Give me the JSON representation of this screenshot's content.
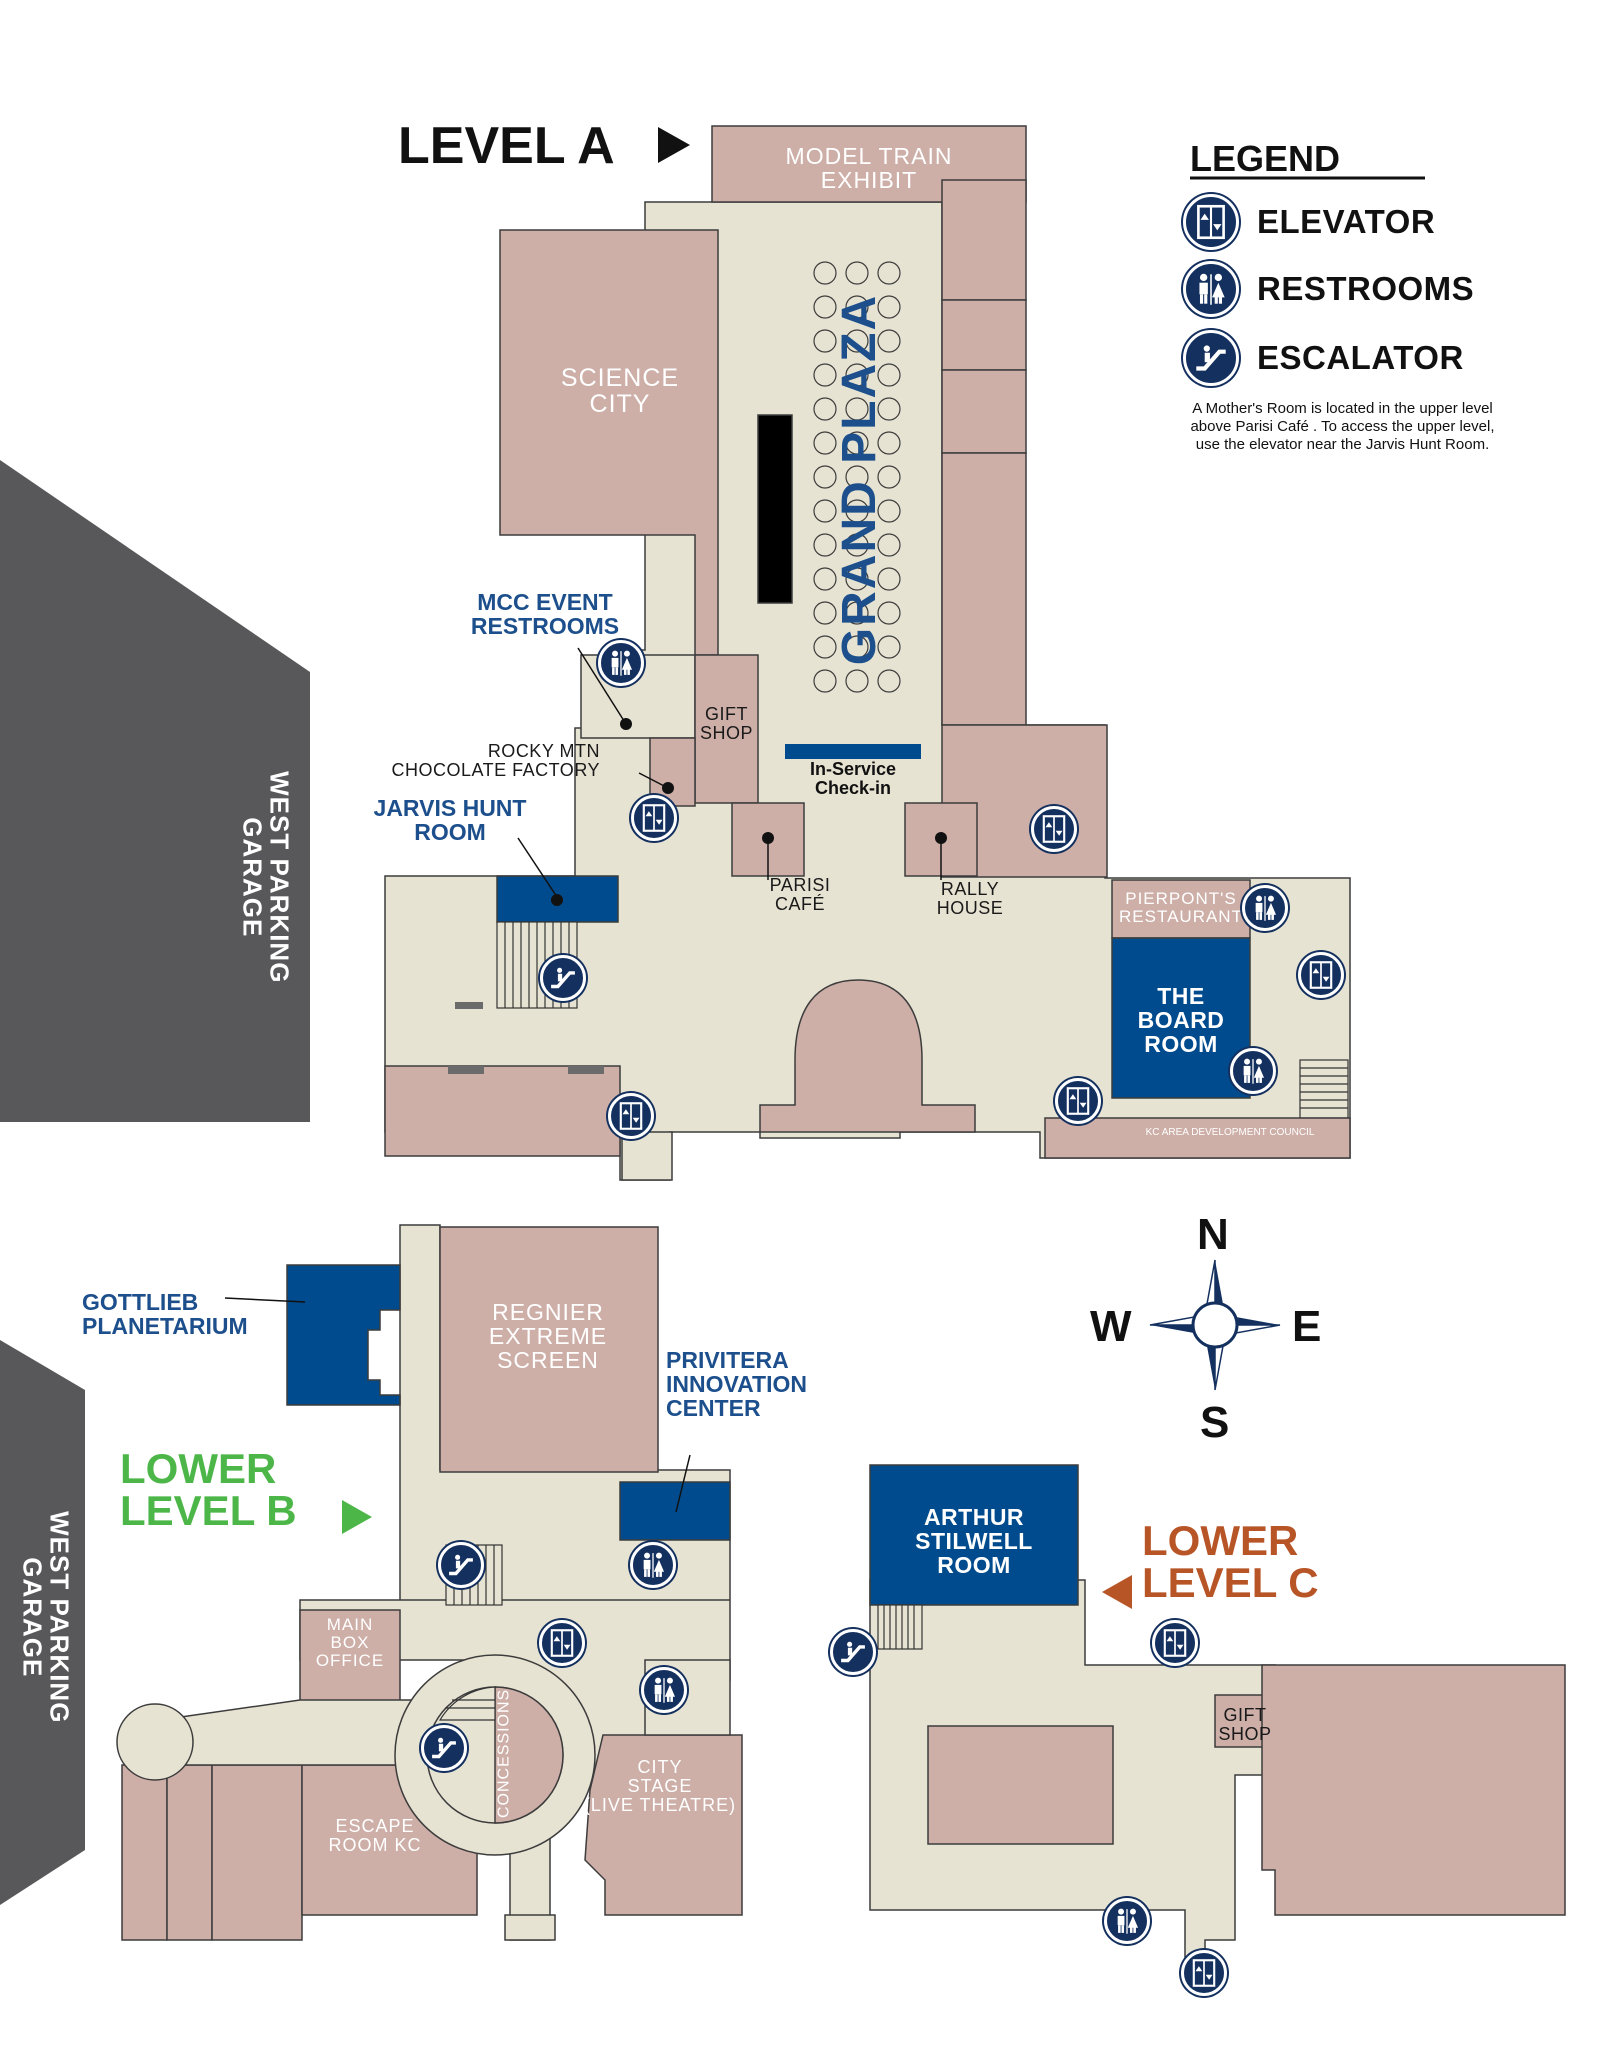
{
  "levels": {
    "a": {
      "title": "LEVEL A"
    },
    "b": {
      "title_line1": "LOWER",
      "title_line2": "LEVEL B"
    },
    "c": {
      "title_line1": "LOWER",
      "title_line2": "LEVEL C"
    }
  },
  "garages": {
    "upper": {
      "line1": "WEST PARKING",
      "line2": "GARAGE"
    },
    "lower": {
      "line1": "WEST PARKING",
      "line2": "GARAGE"
    }
  },
  "level_a_rooms": {
    "model_train_line1": "MODEL TRAIN",
    "model_train_line2": "EXHIBIT",
    "science_city_line1": "SCIENCE",
    "science_city_line2": "CITY",
    "grand_plaza": "GRAND PLAZA",
    "mcc_restrooms_line1": "MCC EVENT",
    "mcc_restrooms_line2": "RESTROOMS",
    "gift_shop_line1": "GIFT",
    "gift_shop_line2": "SHOP",
    "rocky_line1": "ROCKY MTN",
    "rocky_line2": "CHOCOLATE FACTORY",
    "check_in_line1": "In-Service",
    "check_in_line2": "Check-in",
    "jarvis_line1": "JARVIS HUNT",
    "jarvis_line2": "ROOM",
    "parisi_line1": "PARISI",
    "parisi_line2": "CAFÉ",
    "rally_line1": "RALLY",
    "rally_line2": "HOUSE",
    "pierpont_line1": "PIERPONT'S",
    "pierpont_line2": "RESTAURANT",
    "board_line1": "THE",
    "board_line2": "BOARD",
    "board_line3": "ROOM",
    "kc_council": "KC AREA DEVELOPMENT COUNCIL"
  },
  "level_b_rooms": {
    "gottlieb_line1": "GOTTLIEB",
    "gottlieb_line2": "PLANETARIUM",
    "regnier_line1": "REGNIER",
    "regnier_line2": "EXTREME",
    "regnier_line3": "SCREEN",
    "privitera_line1": "PRIVITERA",
    "privitera_line2": "INNOVATION",
    "privitera_line3": "CENTER",
    "box_office_line1": "MAIN",
    "box_office_line2": "BOX",
    "box_office_line3": "OFFICE",
    "concessions": "CONCESSIONS",
    "city_stage_line1": "CITY",
    "city_stage_line2": "STAGE",
    "city_stage_line3": "(LIVE THEATRE)",
    "escape_line1": "ESCAPE",
    "escape_line2": "ROOM KC"
  },
  "level_c_rooms": {
    "arthur_line1": "ARTHUR",
    "arthur_line2": "STILWELL",
    "arthur_line3": "ROOM",
    "gift_shop_line1": "GIFT",
    "gift_shop_line2": "SHOP"
  },
  "legend": {
    "title": "LEGEND",
    "elevator": "ELEVATOR",
    "restrooms": "RESTROOMS",
    "escalator": "ESCALATOR",
    "note": "A Mother's Room is located in the upper level above Parisi Café . To access the upper level, use the elevator near the Jarvis Hunt Room."
  },
  "compass": {
    "n": "N",
    "s": "S",
    "e": "E",
    "w": "W"
  },
  "colors": {
    "room": "#cdafa8",
    "corridor": "#e7e3d3",
    "feature_blue": "#004b8d",
    "label_blue": "#1c4f8c",
    "icon_navy": "#14305f",
    "garage_gray": "#58585a",
    "level_b_green": "#4cb748",
    "level_c_orange": "#b85527"
  }
}
